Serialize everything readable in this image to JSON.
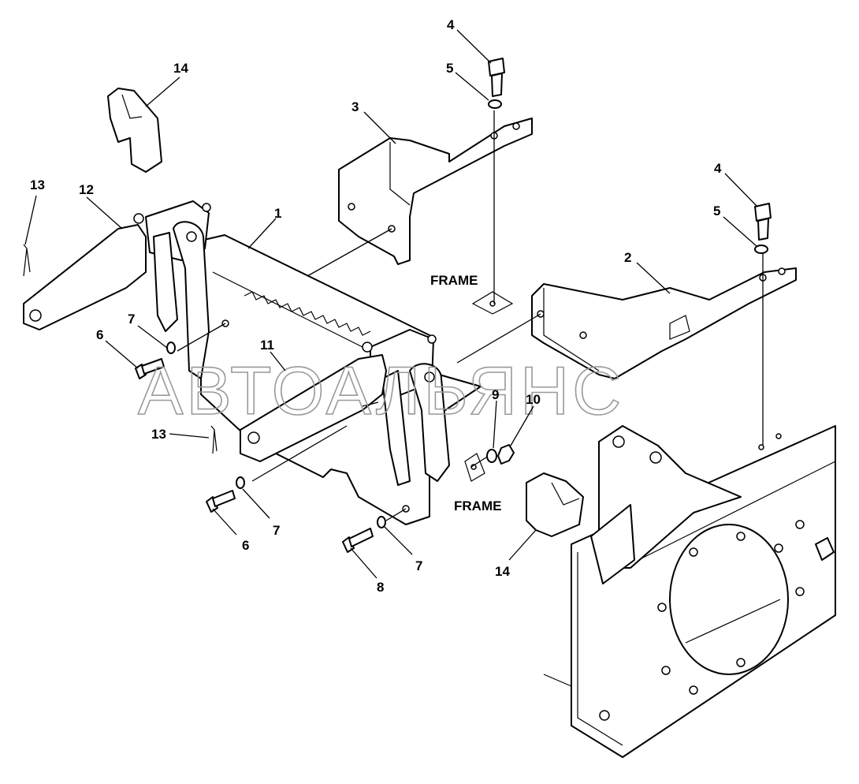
{
  "diagram": {
    "callouts": [
      "1",
      "2",
      "3",
      "4",
      "5",
      "4",
      "5",
      "6",
      "6",
      "7",
      "7",
      "7",
      "8",
      "9",
      "10",
      "11",
      "12",
      "13",
      "13",
      "14",
      "14"
    ],
    "frame_labels": [
      "FRAME",
      "FRAME"
    ],
    "watermark": "АВТОАЛЬЯНС"
  }
}
